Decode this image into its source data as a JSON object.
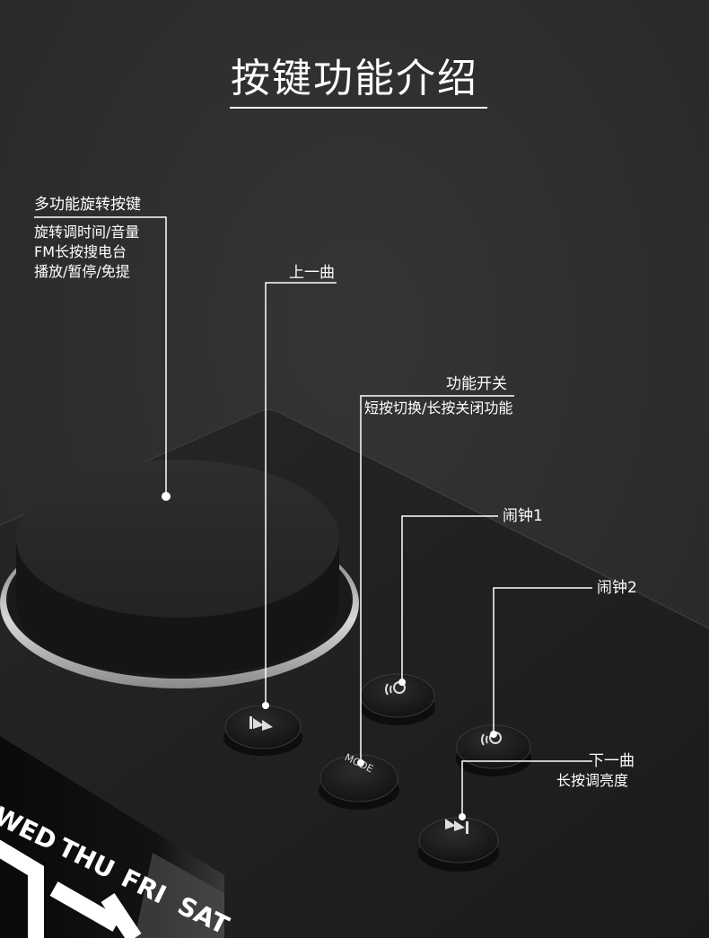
{
  "title": "按键功能介绍",
  "callouts": {
    "knob": {
      "label": "多功能旋转按键",
      "lines": [
        "旋转调时间/音量",
        "FM长按搜电台",
        "播放/暂停/免提"
      ]
    },
    "prev": {
      "label": "上一曲"
    },
    "mode": {
      "label": "功能开关",
      "lines": [
        "短按切换/长按关闭功能"
      ]
    },
    "alarm1": {
      "label": "闹钟1"
    },
    "alarm2": {
      "label": "闹钟2"
    },
    "next": {
      "label": "下一曲",
      "lines": [
        "长按调亮度"
      ]
    }
  },
  "device": {
    "mode_button_text": "MODE",
    "display_days": [
      "WED",
      "THU",
      "FRI",
      "SAT"
    ]
  },
  "colors": {
    "background": "#2c2c2c",
    "device_body": "#1f1f1f",
    "text": "#ffffff"
  }
}
